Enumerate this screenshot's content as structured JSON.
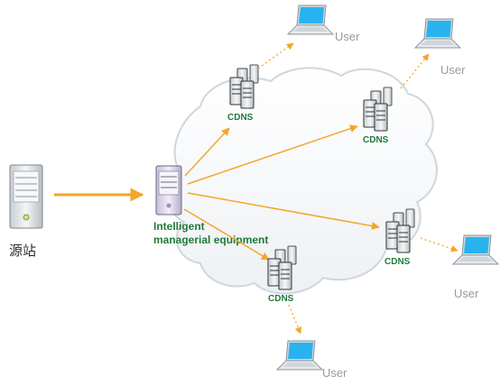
{
  "source": {
    "label": "源站"
  },
  "manager": {
    "line1": "Intelligent",
    "line2": "managerial equipment"
  },
  "cdns_label": "CDNS",
  "user_label": "User",
  "nodes": [
    "cdns-top",
    "cdns-right-top",
    "cdns-right-bottom",
    "cdns-bottom"
  ],
  "colors": {
    "arrow": "#f4a62a",
    "label_green": "#1f7a3a",
    "user_gray": "#9a9a9a",
    "cloud_stroke": "#cfd6dd",
    "laptop_screen": "#28b3f0"
  }
}
